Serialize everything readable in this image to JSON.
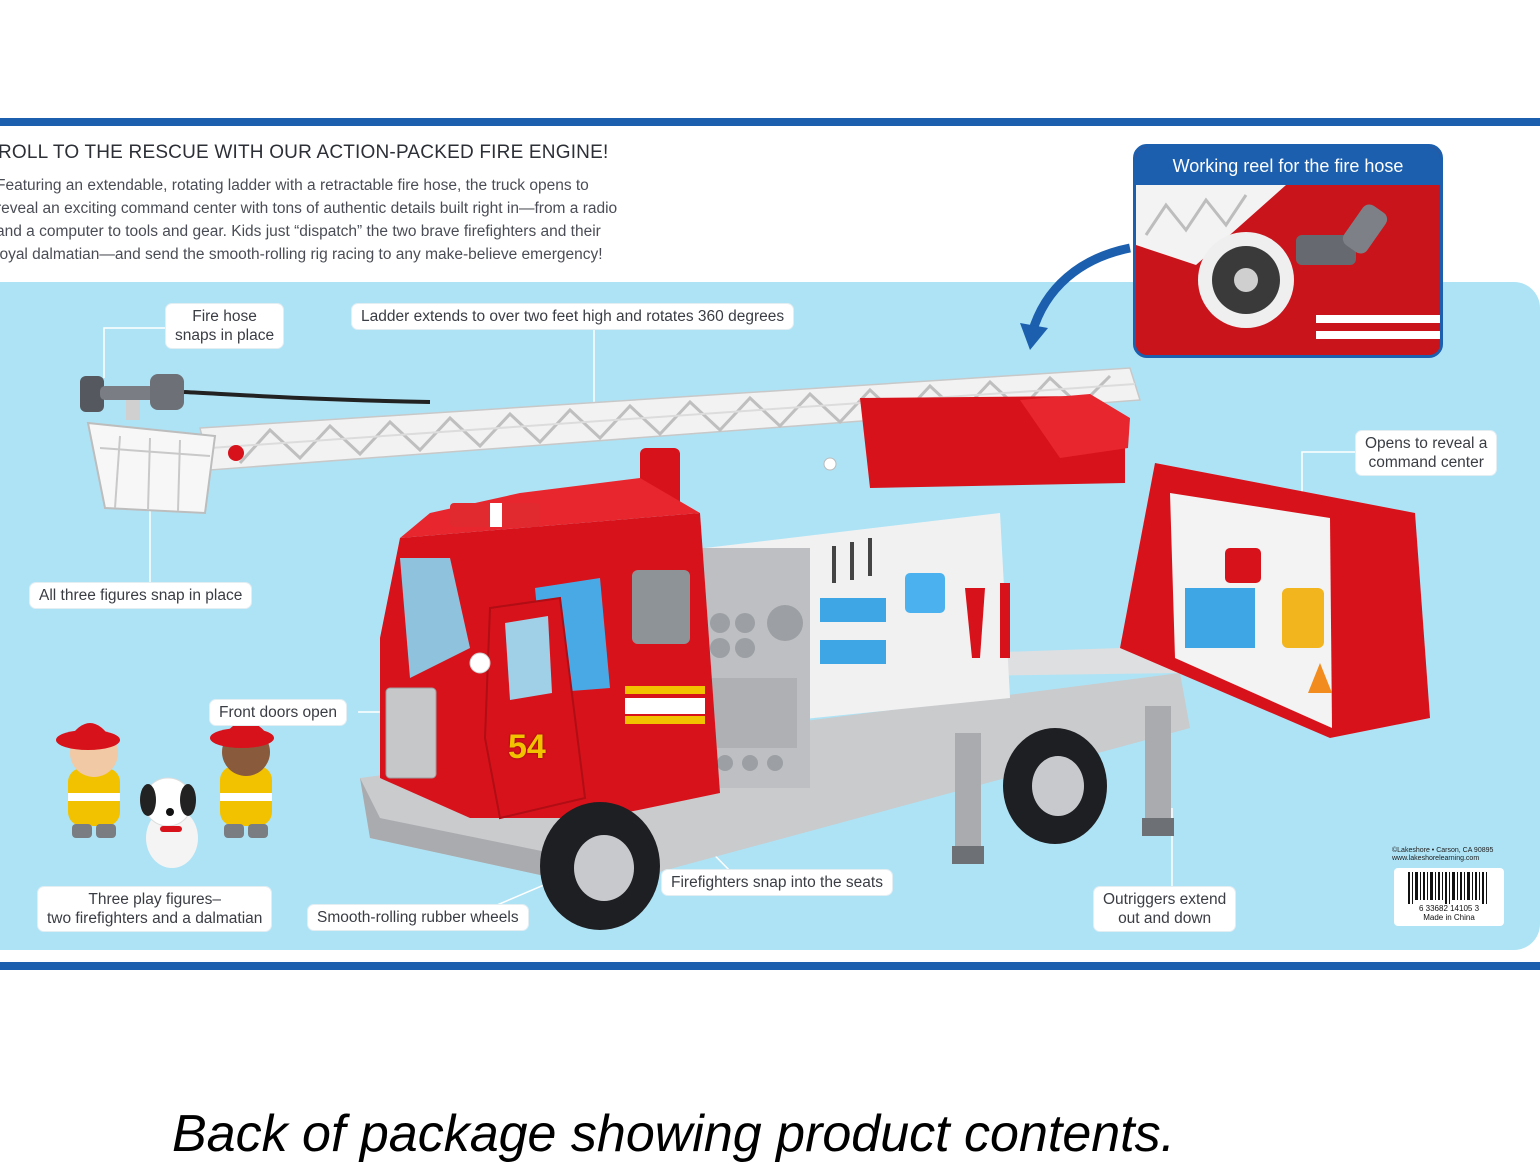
{
  "package": {
    "headline": "ROLL TO THE RESCUE WITH OUR ACTION-PACKED FIRE ENGINE!",
    "description_lines": [
      "Featuring an extendable, rotating ladder with a retractable fire hose, the truck opens to",
      "reveal an exciting command center with tons of authentic details built right in—from a radio",
      "and a computer to tools and gear. Kids just “dispatch” the two brave firefighters and their",
      "loyal dalmatian—and send the smooth-rolling rig racing to any make-believe emergency!"
    ],
    "inset_title": "Working reel for the fire hose",
    "callouts": {
      "fire_hose": [
        "Fire hose",
        "snaps in place"
      ],
      "ladder": "Ladder extends to over two feet high and rotates 360 degrees",
      "figures_snap": "All three figures snap in place",
      "command_center": [
        "Opens to reveal a",
        "command center"
      ],
      "front_doors": "Front doors open",
      "play_figures": [
        "Three play figures–",
        "two firefighters and a dalmatian"
      ],
      "wheels": "Smooth-rolling rubber wheels",
      "seats": "Firefighters snap into the seats",
      "outriggers": [
        "Outriggers extend",
        "out and down"
      ]
    },
    "truck_number": "54",
    "legal_lines": [
      "©Lakeshore • Carson, CA 90895",
      "www.lakeshorelearning.com"
    ],
    "barcode_number": "6 33682 14105 3",
    "made_in": "Made in China"
  },
  "caption": "Back of package showing product contents.",
  "colors": {
    "blue_band": "#1b5fae",
    "panel_bg": "#aee3f5",
    "truck_red": "#d8121b",
    "ladder_white": "#f4f4f4",
    "body_gray": "#c9cbcd"
  }
}
